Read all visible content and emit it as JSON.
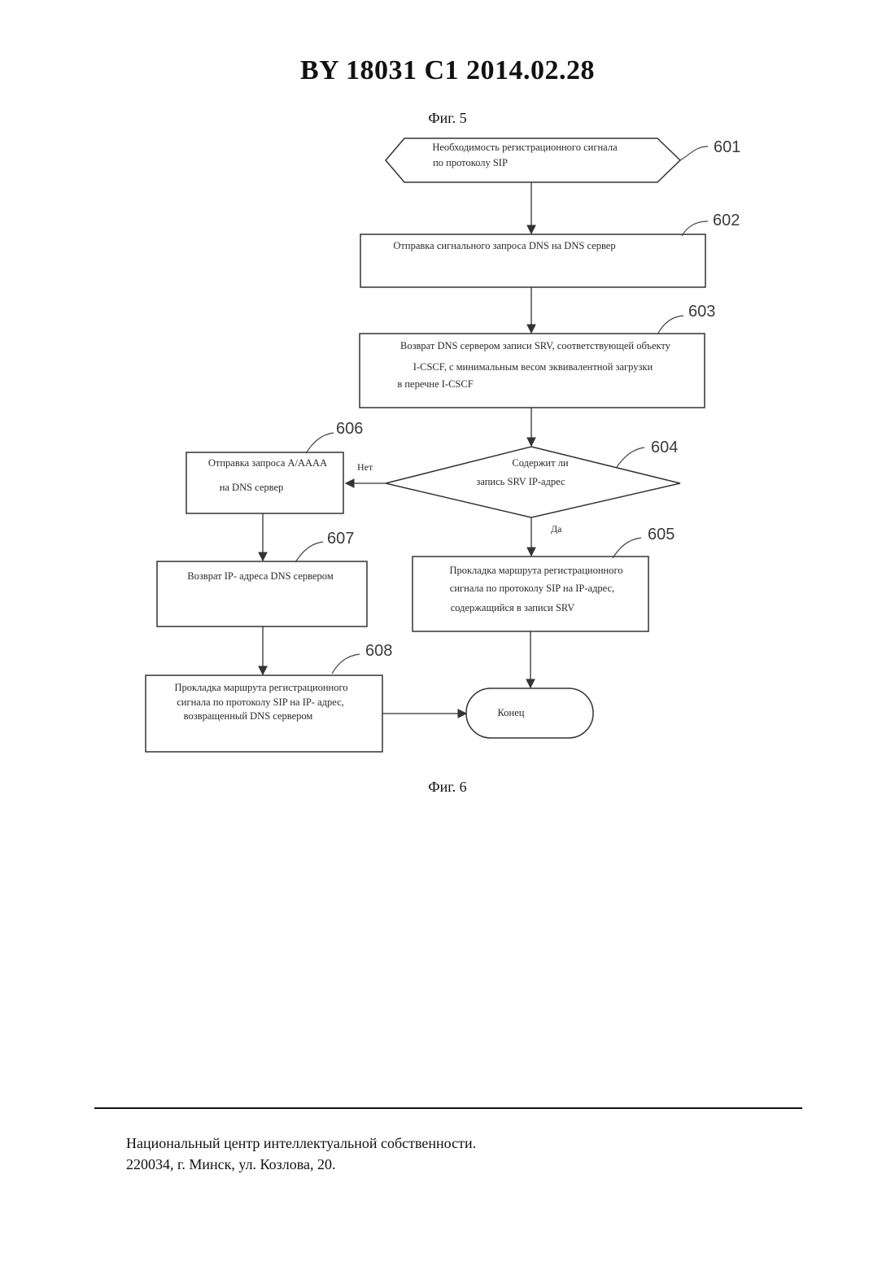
{
  "header": {
    "title": "BY  18031  C1  2014.02.28"
  },
  "captions": {
    "fig5": "Фиг. 5",
    "fig6": "Фиг. 6"
  },
  "flowchart": {
    "nodes": [
      {
        "id": "601",
        "ref": "601",
        "lines": [
          "Необходимость регистрационного сигнала",
          "по протоколу SIP"
        ]
      },
      {
        "id": "602",
        "ref": "602",
        "lines": [
          "Отправка сигнального запроса DNS на DNS сервер"
        ]
      },
      {
        "id": "603",
        "ref": "603",
        "lines": [
          "Возврат DNS сервером записи SRV, соответствующей объекту",
          "I-CSCF, с минимальным весом эквивалентной загрузки",
          "в перечне I-CSCF"
        ]
      },
      {
        "id": "604",
        "ref": "604",
        "lines": [
          "Содержит ли",
          "запись SRV IP-адрес"
        ]
      },
      {
        "id": "605",
        "ref": "605",
        "lines": [
          "Прокладка маршрута регистрационного",
          "сигнала по протоколу SIP на IP-адрес,",
          "содержащийся в записи SRV"
        ]
      },
      {
        "id": "606",
        "ref": "606",
        "lines": [
          "Отправка запроса A/AAAA",
          "на DNS сервер"
        ]
      },
      {
        "id": "607",
        "ref": "607",
        "lines": [
          "Возврат IP- адреса DNS сервером"
        ]
      },
      {
        "id": "608",
        "ref": "608",
        "lines": [
          "Прокладка маршрута регистрационного",
          "сигнала по протоколу SIP на IP- адрес,",
          "возвращенный DNS сервером"
        ]
      },
      {
        "id": "end",
        "lines": [
          "Конец"
        ]
      }
    ],
    "labels": {
      "no": "Нет",
      "yes": "Да"
    }
  },
  "footer": {
    "line1": "Национальный центр интеллектуальной собственности.",
    "line2": "220034, г. Минск, ул. Козлова, 20."
  }
}
